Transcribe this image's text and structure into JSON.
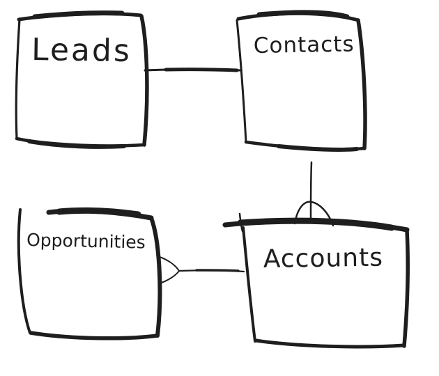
{
  "diagram": {
    "style": "hand-drawn whiteboard sketch",
    "background_color": "#ffffff",
    "ink_color": "#1e1e1e",
    "nodes": [
      {
        "id": "leads",
        "label": "Leads"
      },
      {
        "id": "contacts",
        "label": "Contacts"
      },
      {
        "id": "opportunities",
        "label": "Opportunities"
      },
      {
        "id": "accounts",
        "label": "Accounts"
      }
    ],
    "edges": [
      {
        "from": "Leads",
        "to": "Contacts",
        "marker": "plain-line"
      },
      {
        "from": "Contacts",
        "to": "Accounts",
        "marker": "arch-marker-at-accounts-top"
      },
      {
        "from": "Opportunities",
        "to": "Accounts",
        "marker": "crows-foot-at-opportunities-right"
      }
    ]
  }
}
